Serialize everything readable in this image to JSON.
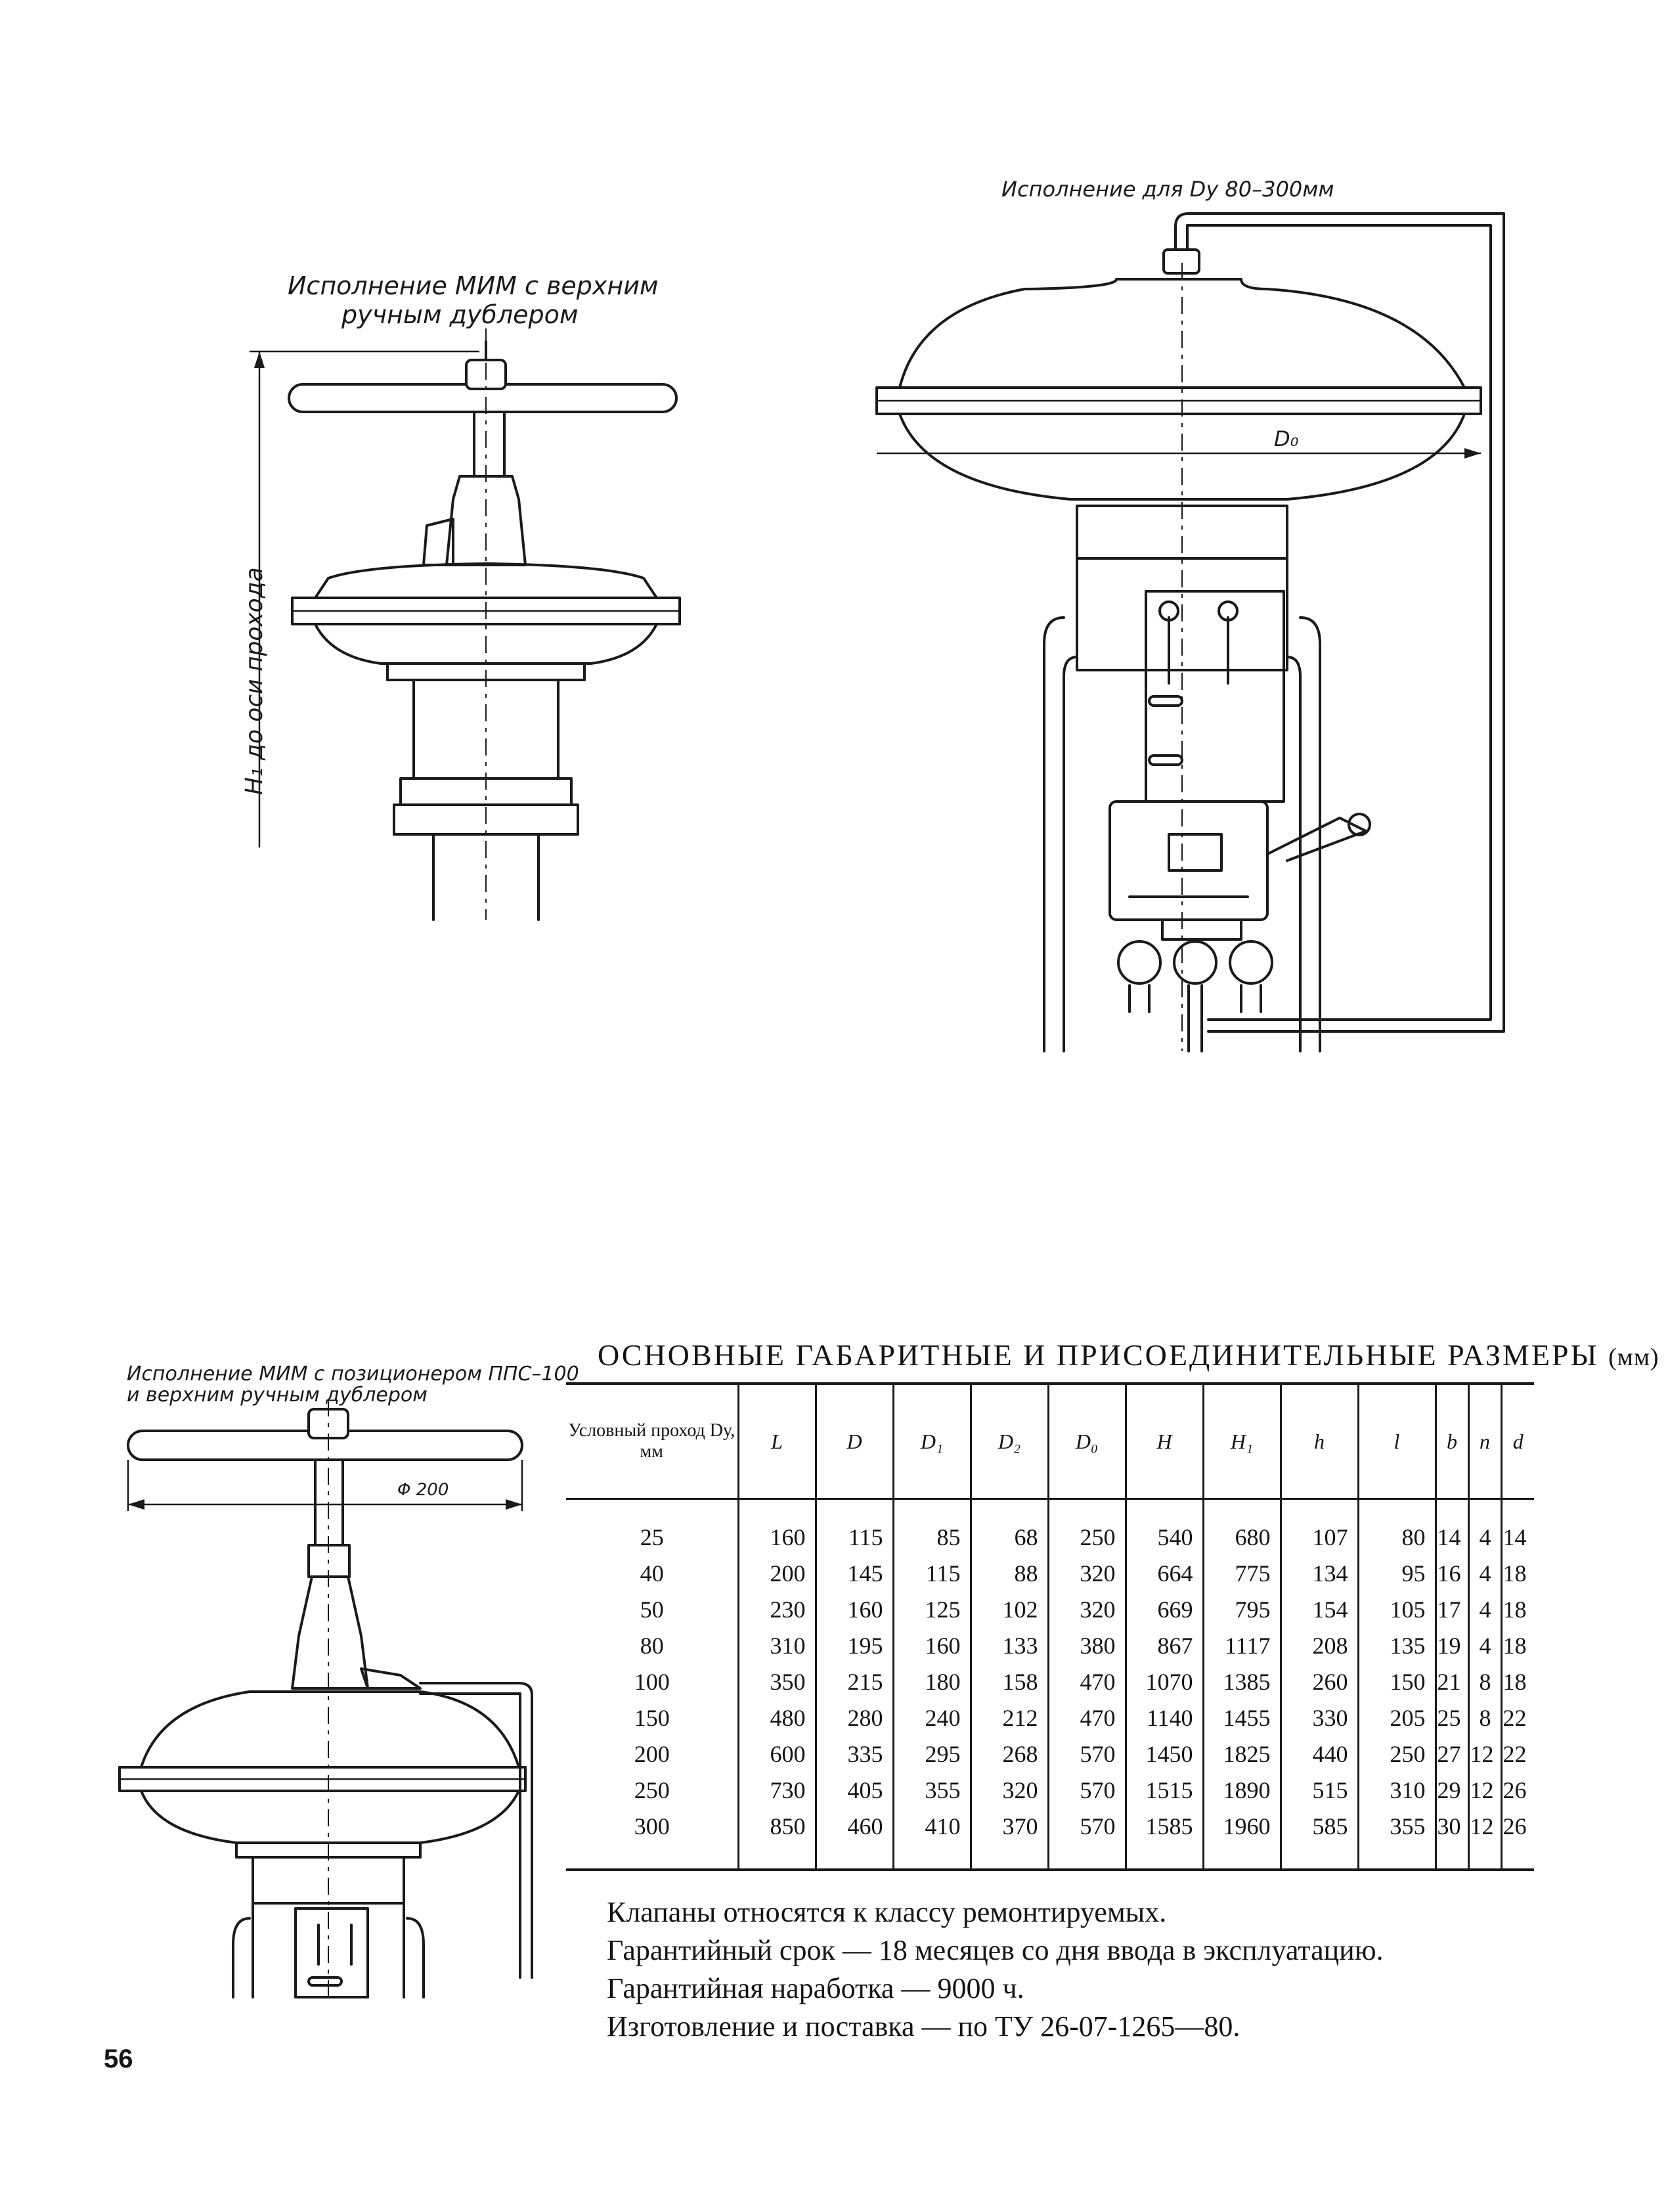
{
  "drawings": {
    "top_left_caption_line1": "Исполнение МИМ  с верхним",
    "top_left_caption_line2": "ручным дублером",
    "side_dimension_label": "H₁ до оси прохода",
    "top_right_caption": "Исполнение для Dу 80–300мм",
    "top_right_dimension_label": "D₀",
    "bottom_left_caption_line1": "Исполнение  МИМ   с позиционером  ППС–100",
    "bottom_left_caption_line2": "и верхним ручным дублером",
    "bottom_left_dimension_label": "Φ 200"
  },
  "table": {
    "title": "ОСНОВНЫЕ ГАБАРИТНЫЕ И ПРИСОЕДИНИТЕЛЬНЫЕ РАЗМЕРЫ",
    "title_unit": "(мм)",
    "headers": [
      "Условный проход Dу, мм",
      "L",
      "D",
      "D₁",
      "D₂",
      "D₀",
      "H",
      "H₁",
      "h",
      "l",
      "b",
      "n",
      "d"
    ],
    "rows": [
      [
        "25",
        "160",
        "115",
        "85",
        "68",
        "250",
        "540",
        "680",
        "107",
        "80",
        "14",
        "4",
        "14"
      ],
      [
        "40",
        "200",
        "145",
        "115",
        "88",
        "320",
        "664",
        "775",
        "134",
        "95",
        "16",
        "4",
        "18"
      ],
      [
        "50",
        "230",
        "160",
        "125",
        "102",
        "320",
        "669",
        "795",
        "154",
        "105",
        "17",
        "4",
        "18"
      ],
      [
        "80",
        "310",
        "195",
        "160",
        "133",
        "380",
        "867",
        "1117",
        "208",
        "135",
        "19",
        "4",
        "18"
      ],
      [
        "100",
        "350",
        "215",
        "180",
        "158",
        "470",
        "1070",
        "1385",
        "260",
        "150",
        "21",
        "8",
        "18"
      ],
      [
        "150",
        "480",
        "280",
        "240",
        "212",
        "470",
        "1140",
        "1455",
        "330",
        "205",
        "25",
        "8",
        "22"
      ],
      [
        "200",
        "600",
        "335",
        "295",
        "268",
        "570",
        "1450",
        "1825",
        "440",
        "250",
        "27",
        "12",
        "22"
      ],
      [
        "250",
        "730",
        "405",
        "355",
        "320",
        "570",
        "1515",
        "1890",
        "515",
        "310",
        "29",
        "12",
        "26"
      ],
      [
        "300",
        "850",
        "460",
        "410",
        "370",
        "570",
        "1585",
        "1960",
        "585",
        "355",
        "30",
        "12",
        "26"
      ]
    ]
  },
  "notes": {
    "line1": "Клапаны относятся к классу ремонтируемых.",
    "line2": "Гарантийный срок — 18 месяцев со дня ввода в эксплуатацию.",
    "line3": "Гарантийная наработка — 9000 ч.",
    "line4": "Изготовление и поставка — по ТУ 26-07-1265—80."
  },
  "page_number": "56"
}
